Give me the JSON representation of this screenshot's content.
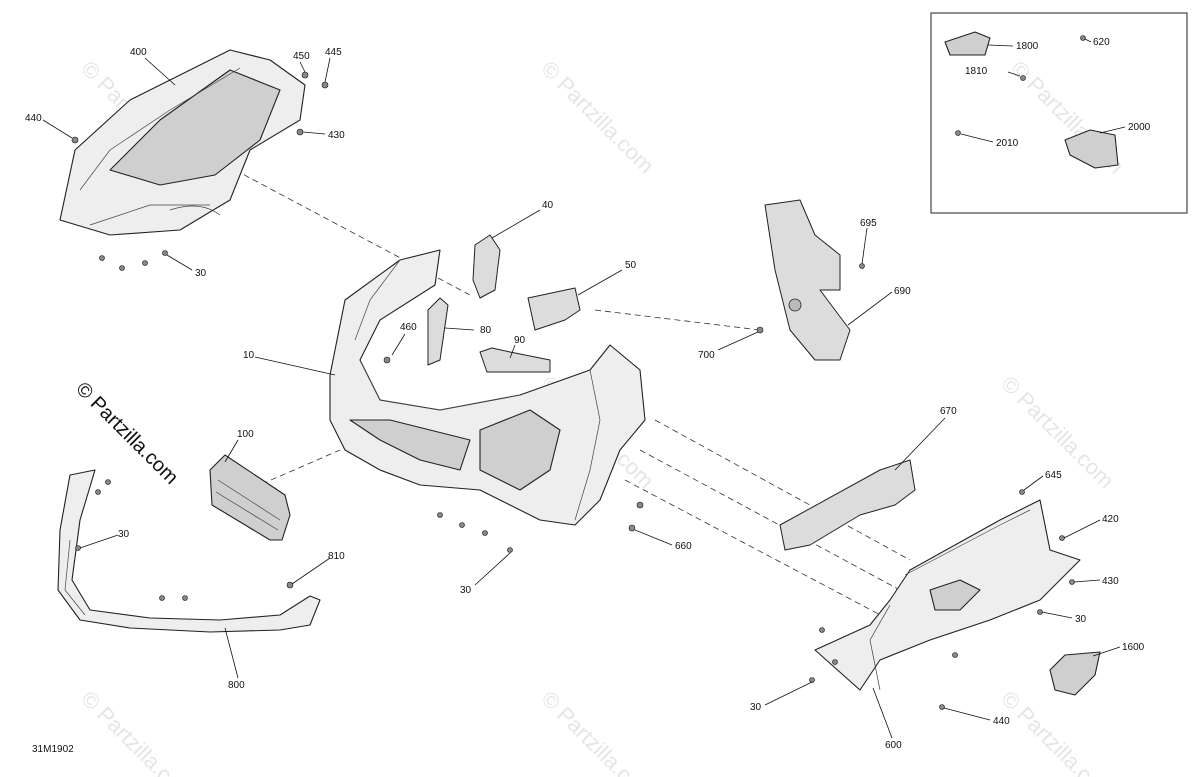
{
  "diagram_code": "31M1902",
  "watermark_text": "© Partzilla.com",
  "callouts": {
    "c400": "400",
    "c450": "450",
    "c445": "445",
    "c440a": "440",
    "c430a": "430",
    "c30a": "30",
    "c40": "40",
    "c50": "50",
    "c460": "460",
    "c80": "80",
    "c90": "90",
    "c10": "10",
    "c100": "100",
    "c30b": "30",
    "c810": "810",
    "c800": "800",
    "c30c": "30",
    "c660": "660",
    "c695": "695",
    "c690": "690",
    "c700": "700",
    "c670": "670",
    "c645": "645",
    "c420": "420",
    "c430b": "430",
    "c30d": "30",
    "c1600": "1600",
    "c30e": "30",
    "c440b": "440",
    "c600": "600",
    "c1800": "1800",
    "c620": "620",
    "c1810": "1810",
    "c2000": "2000",
    "c2010": "2010"
  }
}
